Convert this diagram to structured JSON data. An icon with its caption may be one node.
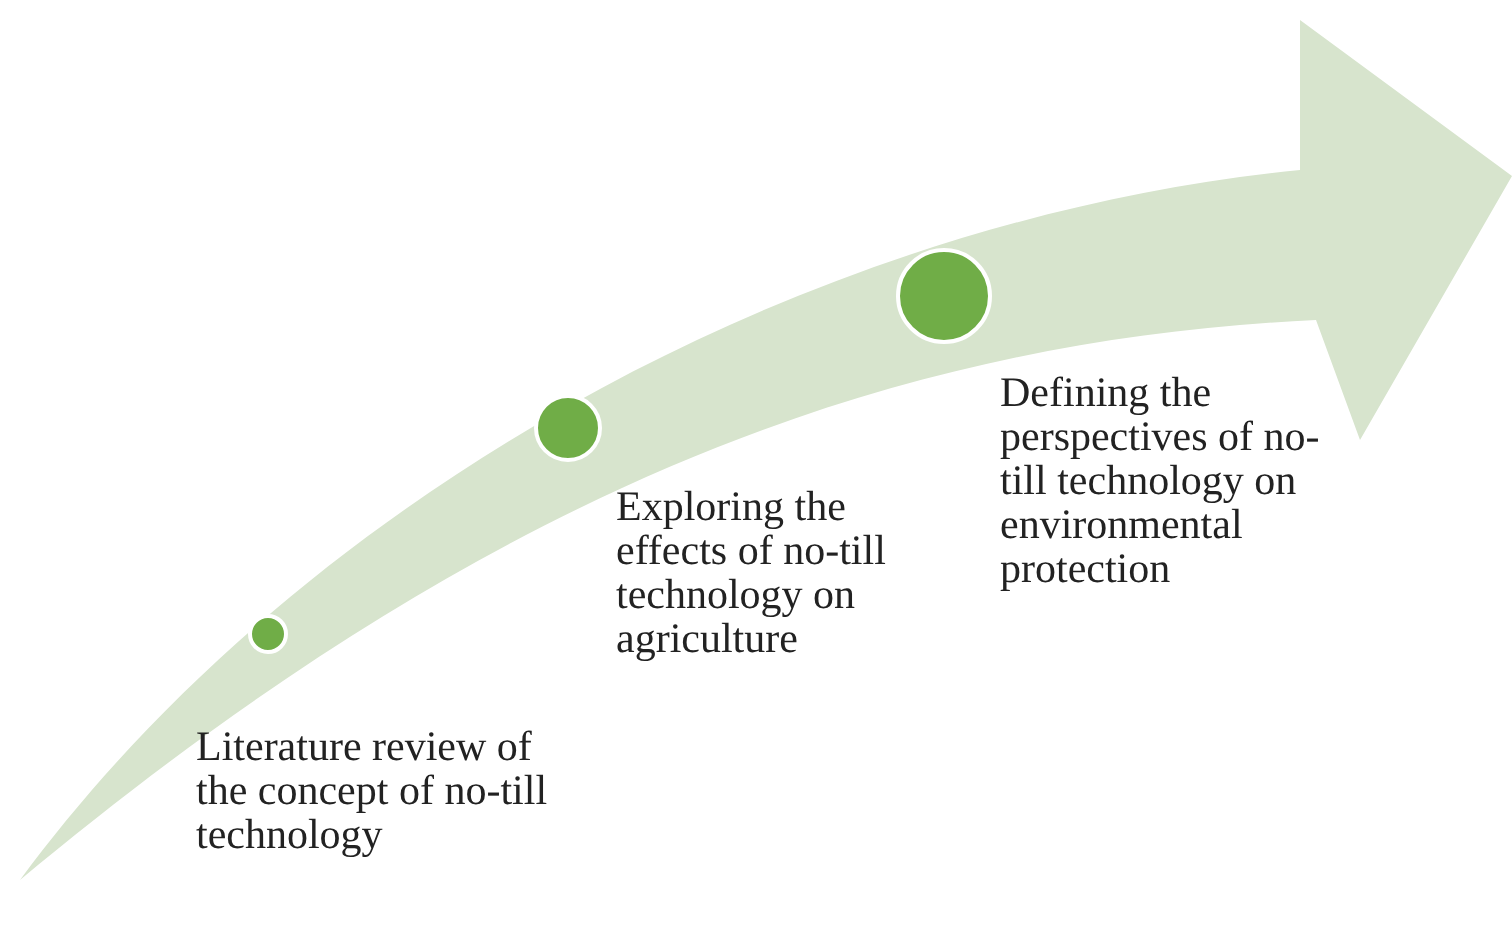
{
  "diagram": {
    "nodes": [
      {
        "text": [],
        "shape": "circle",
        "beside": [
          "Literature review of the concept of no-till technology"
        ]
      },
      {
        "text": [],
        "shape": "circle",
        "beside": [
          "Exploring the effects of no-till technology on agriculture"
        ]
      },
      {
        "text": [],
        "shape": "circle",
        "beside": [
          "Defining the perspectives of no-till technology on environmental protection"
        ]
      }
    ]
  }
}
